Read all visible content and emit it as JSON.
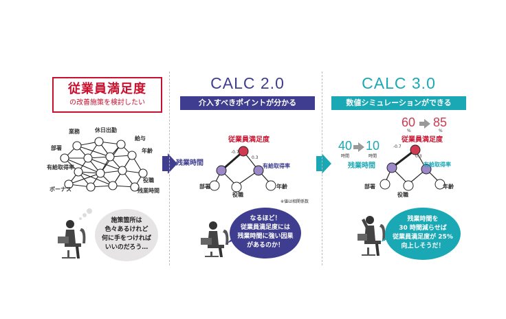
{
  "panel1": {
    "title": "従業員満足度",
    "subtitle": "の改善施策を検討したい",
    "labels": {
      "gyomu": "業務",
      "kyujitsu": "休日出勤",
      "kyuyo": "給与",
      "busho": "部署",
      "nenrei": "年齢",
      "yukyu": "有給取得率",
      "yakushoku": "役職",
      "bonus": "ボーナス",
      "zangyo": "残業時間"
    },
    "thought": [
      "施策箇所は",
      "色々あるけれど",
      "何に手をつければ",
      "いいのだろう…"
    ]
  },
  "panel2": {
    "title": "CALC 2.0",
    "banner": "介入すべきポイントが分かる",
    "labels": {
      "manzoku": "従業員満足度",
      "zangyo": "残業時間",
      "yukyu": "有給取得率",
      "busho": "部署",
      "yakushoku": "役職",
      "nenrei": "年齢",
      "coef_left": "-0.7",
      "coef_right": "0.3",
      "note": "※値は相関係数"
    },
    "bubble": [
      "なるほど！",
      "従業員満足度には",
      "残業時間に強い因果",
      "があるのか！"
    ]
  },
  "panel3": {
    "title": "CALC 3.0",
    "banner": "数値シミュレーションができる",
    "labels": {
      "sat_from": "60",
      "sat_to": "85",
      "pct": "%",
      "hours_from": "40",
      "hours_to": "10",
      "hours_unit": "時間",
      "manzoku": "従業員満足度",
      "zangyo": "残業時間",
      "yukyu": "有給取得率",
      "busho": "部署",
      "yakushoku": "役職",
      "nenrei": "年齢",
      "coef_left": "-0.7",
      "coef_right": "0.3"
    },
    "bubble": [
      "残業時間を",
      "30 時間減らせば",
      "従業員満足度が 25%",
      "向上しそうだ！"
    ]
  },
  "colors": {
    "red": "#c8102e",
    "navy": "#3e3d8f",
    "teal": "#1aa8b5",
    "purple": "#9c88c9",
    "nodeRed": "#d03a50",
    "grey": "#e6e4e4"
  }
}
